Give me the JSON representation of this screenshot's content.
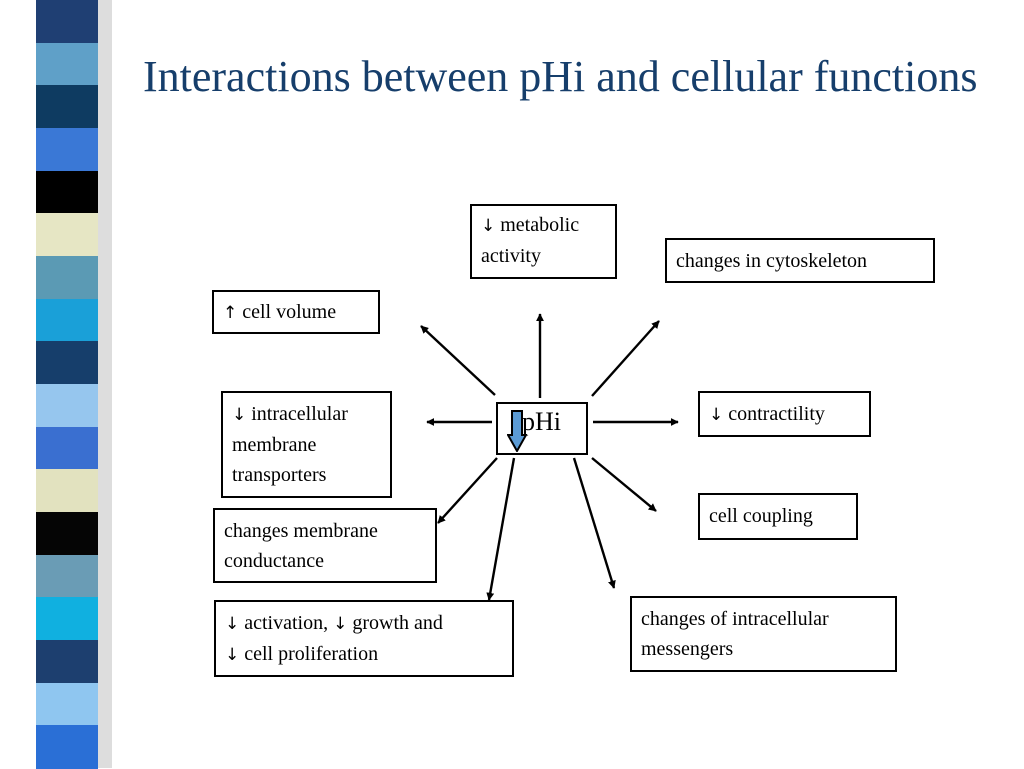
{
  "title": "Interactions between pHi and cellular functions",
  "center": {
    "label": "pHi",
    "icon": "down-arrow-icon"
  },
  "symbols": {
    "down": "↓",
    "up": "↑"
  },
  "nodes": {
    "metabolic": {
      "line1": "metabolic",
      "line2": "activity"
    },
    "cytoskeleton": {
      "text": "changes in cytoskeleton"
    },
    "cell_volume": {
      "text": "cell volume"
    },
    "transporters": {
      "line1": "intracellular",
      "line2": "membrane",
      "line3": "transporters"
    },
    "contractility": {
      "text": "contractility"
    },
    "membrane_conductance": {
      "line1": "changes membrane",
      "line2": "conductance"
    },
    "cell_coupling": {
      "text": "cell coupling"
    },
    "activation": {
      "part1": "activation,",
      "part2": "growth and",
      "part3": "cell proliferation"
    },
    "messengers": {
      "line1": "changes of intracellular",
      "line2": "messengers"
    }
  },
  "colors": {
    "title": "#163e6b",
    "center_arrow_fill": "#5b9bd5",
    "sidebar_bands": [
      "#1f3f73",
      "#5fa0c8",
      "#0e3b61",
      "#3a78d6",
      "#000000",
      "#e6e6c4",
      "#5b9ab4",
      "#1aa0d8",
      "#163e6b",
      "#96c6ee",
      "#3a6fd0",
      "#e2e2bf",
      "#050505",
      "#6a9cb5",
      "#10b0e0",
      "#1d3f6f",
      "#8fc6f0",
      "#2a6fd6"
    ]
  }
}
